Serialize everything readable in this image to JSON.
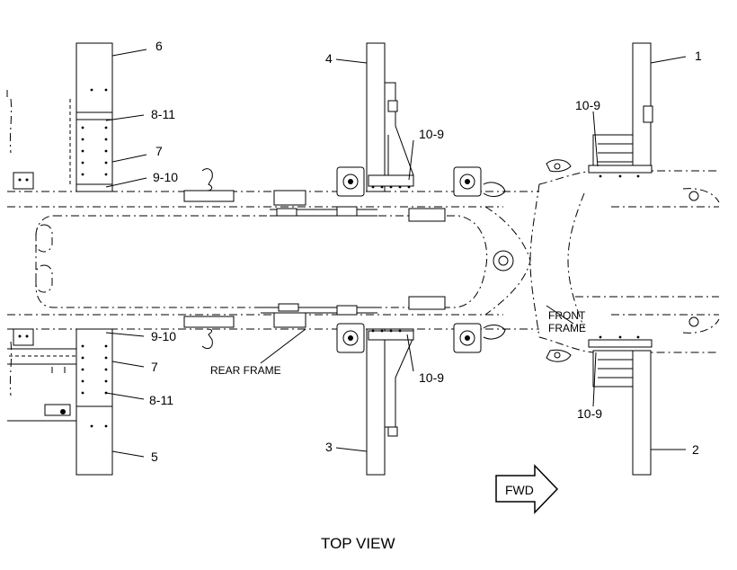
{
  "title": "TOP VIEW",
  "direction_arrow": "FWD",
  "frame_labels": {
    "rear": "REAR FRAME",
    "front_line1": "FRONT",
    "front_line2": "FRAME"
  },
  "callouts": {
    "c1": "1",
    "c2": "2",
    "c3": "3",
    "c4": "4",
    "c5": "5",
    "c6": "6",
    "c7_top": "7",
    "c7_bottom": "7",
    "c8_11_top": "8-11",
    "c8_11_bottom": "8-11",
    "c9_10_top": "9-10",
    "c9_10_bottom": "9-10",
    "c10_9_front_top": "10-9",
    "c10_9_front_bottom": "10-9",
    "c10_9_mid_top": "10-9",
    "c10_9_mid_bottom": "10-9"
  }
}
